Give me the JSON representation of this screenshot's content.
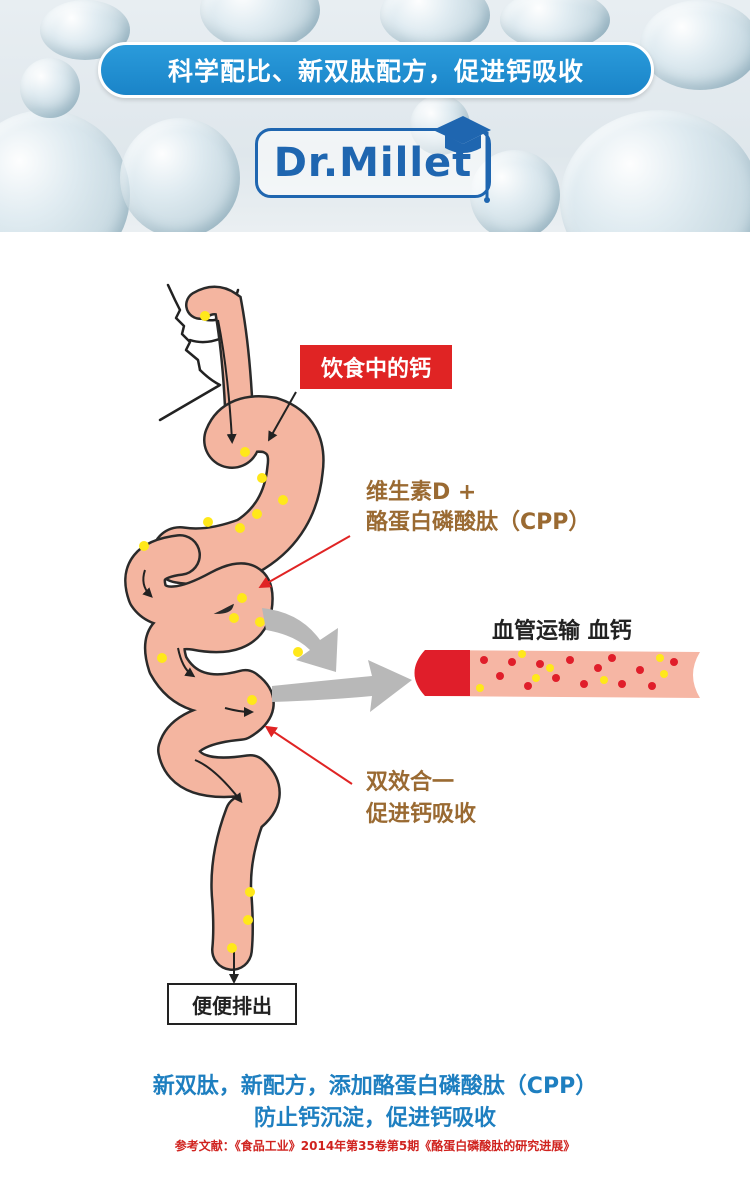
{
  "header": {
    "banner_text": "科学配比、新双肽配方，促进钙吸收",
    "logo_text": "Dr.Millet",
    "colors": {
      "banner": "#1a84c8",
      "logo": "#1f66b0"
    }
  },
  "diagram": {
    "diet_calcium_label": "饮食中的钙",
    "vitamin_label_line1": "维生素D +",
    "vitamin_label_line2": "酪蛋白磷酸肽（CPP）",
    "blood_label": "血管运输 血钙",
    "dual_label_line1": "双效合一",
    "dual_label_line2": "促进钙吸收",
    "excrete_label": "便便排出",
    "colors": {
      "gut": "#f4b5a0",
      "calcium": "#ffe81a",
      "blood": "#e01e2a",
      "accent_text": "#9a6a32"
    }
  },
  "footer": {
    "line1": "新双肽，新配方，添加酪蛋白磷酸肽（CPP）",
    "line2": "防止钙沉淀，促进钙吸收",
    "reference": "参考文献：《食品工业》2014年第35卷第5期《酪蛋白磷酸肽的研究进展》"
  }
}
